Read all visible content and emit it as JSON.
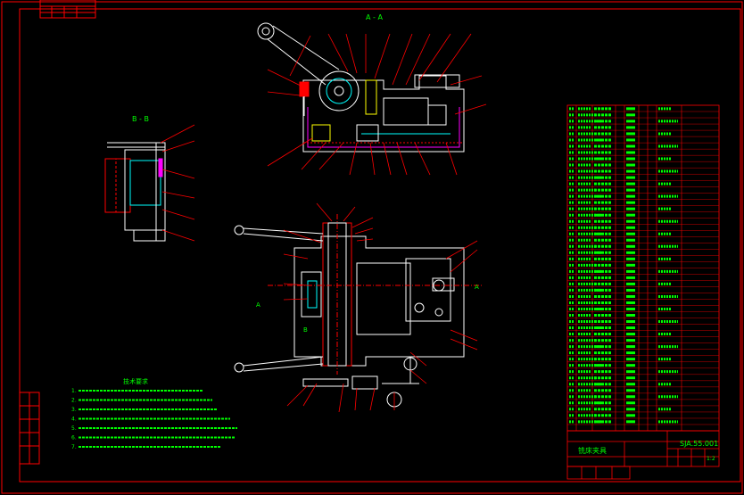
{
  "drawing": {
    "section_aa": "A - A",
    "section_bb": "B - B",
    "view_marker_a_left": "A",
    "view_marker_a_right": "A",
    "view_marker_b": "B"
  },
  "tech_requirements": {
    "title": "技术要求",
    "lines": [
      "1.",
      "2.",
      "3.",
      "4.",
      "5.",
      "6.",
      "7."
    ]
  },
  "title_block": {
    "drawing_number": "SJA.55.001",
    "drawing_name": "铣床夹具",
    "scale": "1:2"
  },
  "colors": {
    "background": "#000000",
    "border": "#ff0000",
    "lines": "#ffffff",
    "text": "#00ff00",
    "accent_yellow": "#ffff00",
    "accent_red": "#ff0000",
    "accent_magenta": "#ff00ff",
    "accent_cyan": "#00ffff"
  }
}
